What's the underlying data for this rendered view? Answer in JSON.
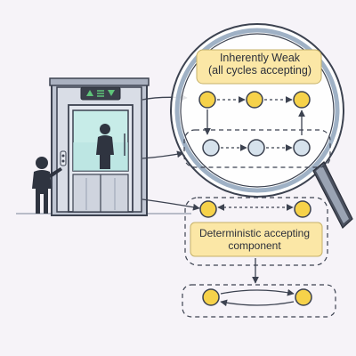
{
  "diagram": {
    "magnifier_label_line1": "Inherently Weak",
    "magnifier_label_line2": "(all cycles accepting)",
    "component_label_line1": "Deterministic accepting",
    "component_label_line2": "component",
    "elevator_indicator": "▲ ≡ ▼"
  },
  "colors": {
    "accepting_state": "#f6d24a",
    "plain_state": "#d6e2ec",
    "label_box": "#fbe7a6",
    "outline": "#3c4250",
    "elevator_body": "#c5cad6",
    "elevator_glass": "#c7ece8",
    "indicator_arrow": "#5fc47a"
  },
  "icons": {
    "person": "person-icon",
    "magnifier": "magnifying-glass-icon",
    "elevator": "elevator-icon"
  }
}
